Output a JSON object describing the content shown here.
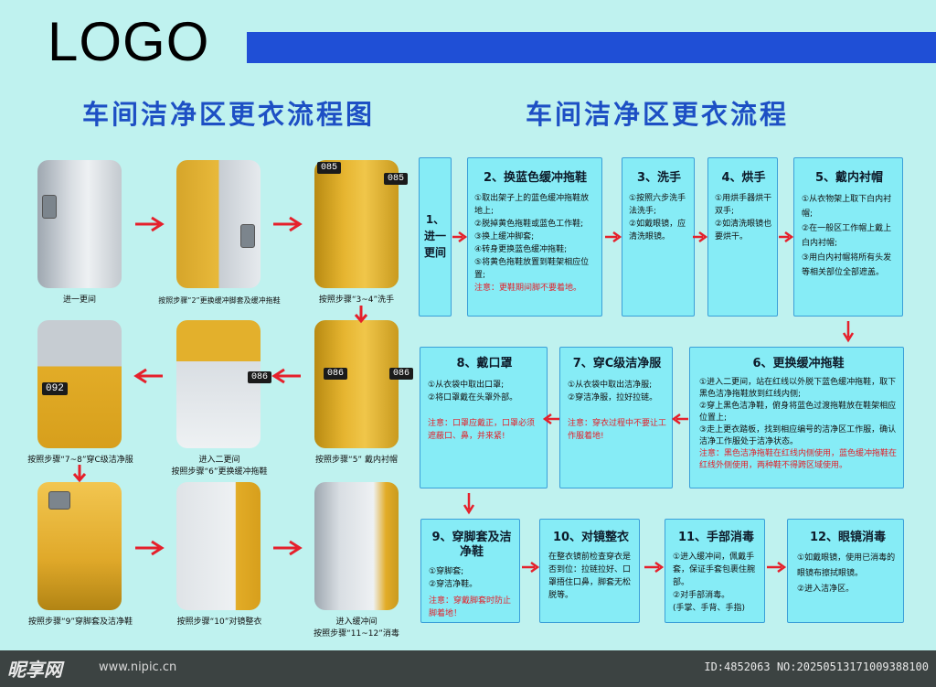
{
  "logo": "LOGO",
  "colors": {
    "accent": "#1f4fd6",
    "box_fill": "#86ecf6",
    "arrow": "#e5202b",
    "note": "#e3202a"
  },
  "left_title": "车间洁净区更衣流程图",
  "right_title": "车间洁净区更衣流程",
  "photos": {
    "tags": [
      "085",
      "085",
      "086",
      "086",
      "092",
      "086"
    ],
    "captions": {
      "c1": "进一更间",
      "c2": "按照步骤“2”更换缓冲脚套及缓冲拖鞋",
      "c3": "按照步骤“3~4”洗手",
      "c4": "按照步骤“7~8”穿C级洁净服",
      "c5a": "进入二更间",
      "c5b": "按照步骤“6”更换缓冲拖鞋",
      "c6": "按照步骤“5” 戴内衬帽",
      "c7": "按照步骤“9”穿脚套及洁净鞋",
      "c8": "按照步骤“10”对镜整衣",
      "c9a": "进入缓冲间",
      "c9b": "按照步骤“11~12”消毒"
    }
  },
  "steps": {
    "s1": {
      "title": "1、进一更间"
    },
    "s2": {
      "title": "2、换蓝色缓冲拖鞋",
      "lines": [
        "①取出架子上的蓝色缓冲拖鞋放地上;",
        "②脱掉黄色拖鞋或蓝色工作鞋;",
        "③换上缓冲脚套;",
        "④转身更换蓝色缓冲拖鞋;",
        "⑤将黄色拖鞋放置到鞋架相应位置;"
      ],
      "note": "注意：更鞋期间脚不要着地。"
    },
    "s3": {
      "title": "3、洗手",
      "lines": [
        "①按照六步洗手法洗手;",
        "②如戴眼镜，应清洗眼镜。"
      ]
    },
    "s4": {
      "title": "4、烘手",
      "lines": [
        "①用烘手器烘干双手;",
        "②如清洗眼镜也要烘干。"
      ]
    },
    "s5": {
      "title": "5、戴内衬帽",
      "lines": [
        "①从衣物架上取下白内衬帽;",
        "②在一般区工作帽上戴上白内衬帽;",
        "③用白内衬帽将所有头发等相关部位全部遮盖。"
      ]
    },
    "s6": {
      "title": "6、更换缓冲拖鞋",
      "lines": [
        "①进入二更间，站在红线以外脱下蓝色缓冲拖鞋，取下黑色洁净拖鞋放到红线内侧;",
        "②穿上黑色洁净鞋，俯身将蓝色过渡拖鞋放在鞋架相应位置上;",
        "③走上更衣踏板，找到相应编号的洁净区工作服，确认洁净工作服处于洁净状态。"
      ],
      "note": "注意：黑色洁净拖鞋在红线内侧使用，蓝色缓冲拖鞋在红线外侧使用，两种鞋不得跨区域使用。"
    },
    "s7": {
      "title": "7、穿C级洁净服",
      "lines": [
        "①从衣袋中取出洁净服;",
        "②穿洁净服，拉好拉链。"
      ],
      "note": "注意：穿衣过程中不要让工作服着地!"
    },
    "s8": {
      "title": "8、戴口罩",
      "lines": [
        "①从衣袋中取出口罩;",
        "②将口罩戴在头罩外部。"
      ],
      "note": "注意：口罩应戴正，口罩必须遮蔽口、鼻，并来紧!"
    },
    "s9": {
      "title": "9、穿脚套及洁净鞋",
      "lines": [
        "①穿脚套;",
        "②穿洁净鞋。"
      ],
      "note": "注意：穿戴脚套时防止脚着地！"
    },
    "s10": {
      "title": "10、对镜整衣",
      "lines": [
        "在整衣镜前检查穿衣是否到位：拉链拉好、口罩捂住口鼻，脚套无松脱等。"
      ]
    },
    "s11": {
      "title": "11、手部消毒",
      "lines": [
        "①进入缓冲间，佩戴手套，保证手套包裹住腕部。",
        "②对手部消毒。",
        "(手掌、手背、手指)"
      ]
    },
    "s12": {
      "title": "12、眼镜消毒",
      "lines": [
        "①如戴眼镜，使用已消毒的眼镜布擦拭眼镜。",
        "②进入洁净区。"
      ]
    }
  },
  "watermark": {
    "brand": "昵享网",
    "url": "www.nipic.cn",
    "id": "ID:4852063 NO:20250513171009388100"
  }
}
